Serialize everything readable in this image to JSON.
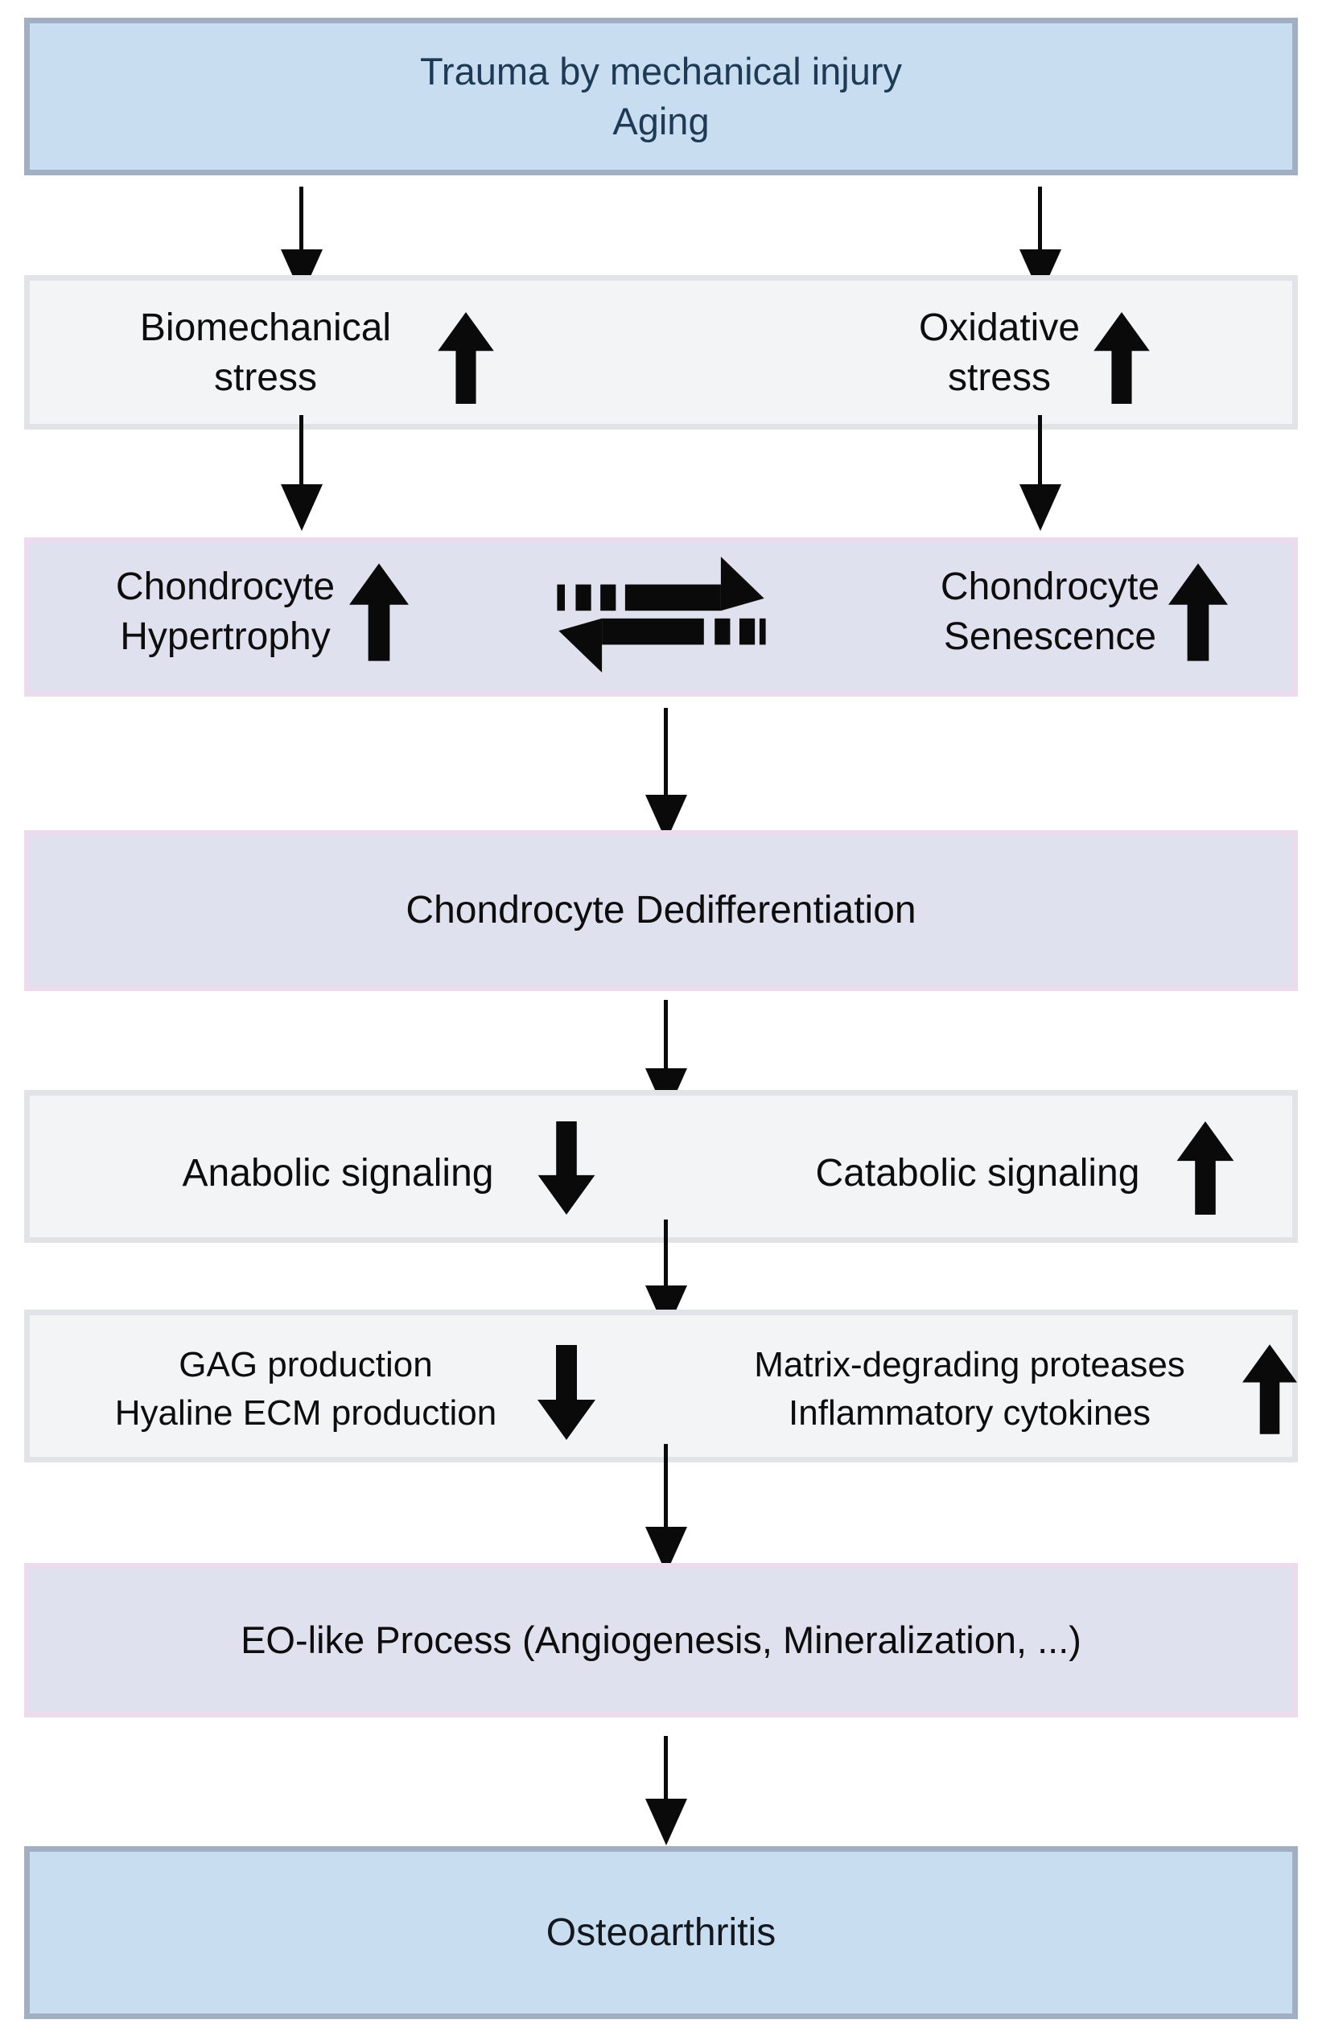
{
  "colors": {
    "box_blue_fill": "#c9ddf0",
    "box_blue_border": "#a2aec1",
    "box_gray_fill": "#f3f4f6",
    "box_gray_border": "#e2e3e6",
    "box_lavender_fill": "#dfe1ef",
    "box_lavender_border": "#ecdbec",
    "title_text": "#1e3a55",
    "body_text": "#0d0d0d",
    "arrow_black": "#0a0a0a"
  },
  "boxes": {
    "trauma": {
      "line1": "Trauma by mechanical injury",
      "line2": "Aging"
    },
    "stress": {
      "left_line1": "Biomechanical",
      "left_line2": "stress",
      "right_line1": "Oxidative",
      "right_line2": "stress"
    },
    "fate": {
      "left_line1": "Chondrocyte",
      "left_line2": "Hypertrophy",
      "right_line1": "Chondrocyte",
      "right_line2": "Senescence"
    },
    "dedifferentiation": {
      "label": "Chondrocyte Dedifferentiation"
    },
    "signaling": {
      "left": "Anabolic signaling",
      "right": "Catabolic signaling"
    },
    "production": {
      "left_line1": "GAG production",
      "left_line2": "Hyaline ECM production",
      "right_line1": "Matrix-degrading proteases",
      "right_line2": "Inflammatory cytokines"
    },
    "eo": {
      "label": "EO-like Process (Angiogenesis, Mineralization, ...)"
    },
    "outcome": {
      "label": "Osteoarthritis"
    }
  },
  "icons": {
    "increase": "up-block-arrow (increase)",
    "decrease": "down-block-arrow (decrease)",
    "reversible": "dashed reversible left-right arrows",
    "connector": "thin down arrow connector"
  }
}
